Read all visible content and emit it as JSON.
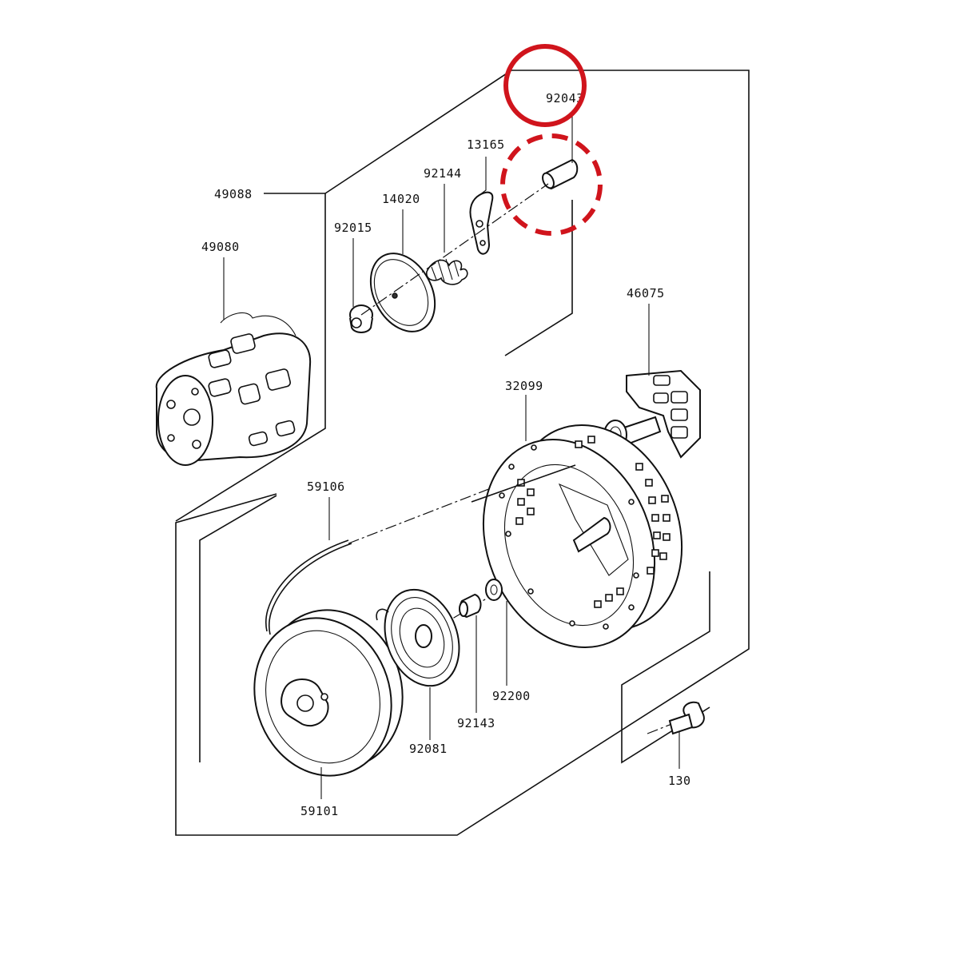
{
  "labels": {
    "p92043": "92043",
    "p13165": "13165",
    "p92144": "92144",
    "p14020": "14020",
    "p92015": "92015",
    "p49088": "49088",
    "p49080": "49080",
    "p46075": "46075",
    "p32099": "32099",
    "p59106": "59106",
    "p92200": "92200",
    "p92143": "92143",
    "p92081": "92081",
    "p59101": "59101",
    "p130": "130"
  },
  "colors": {
    "ink": "#111111",
    "highlight": "#d0141c",
    "background": "#ffffff"
  },
  "highlight": {
    "part": "92043",
    "marks": [
      "solid-circle-around-label",
      "dashed-circle-around-part"
    ]
  }
}
